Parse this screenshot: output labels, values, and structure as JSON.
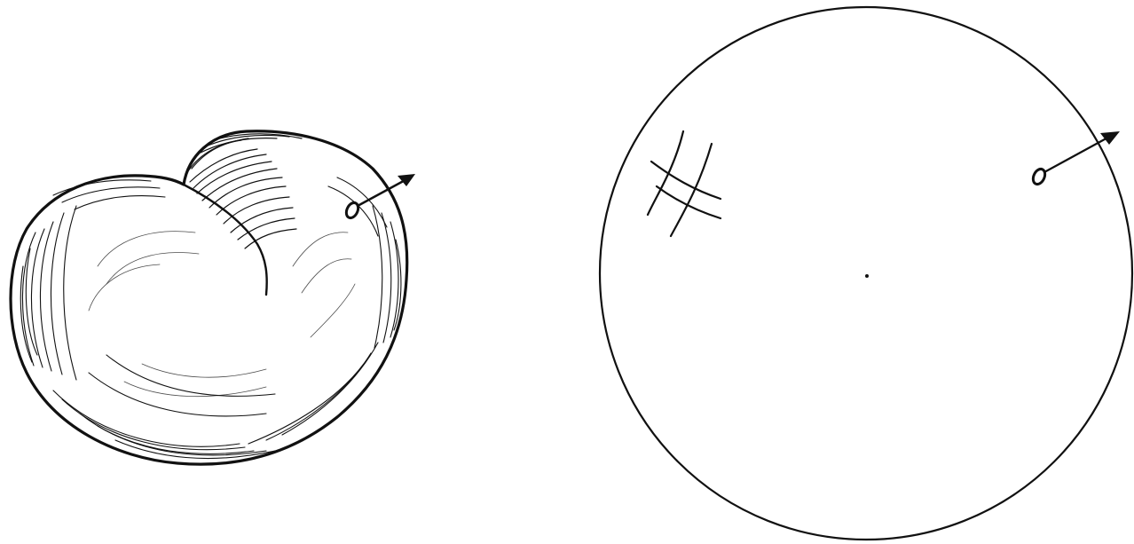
{
  "figures": [
    {
      "id": "kidney-shaped-body",
      "description_shape": "heart/kidney shaped shaded solid with arrow marker"
    },
    {
      "id": "sphere",
      "description_shape": "plain circle with hatch mark and arrow marker"
    }
  ],
  "colors": {
    "ink": "#111111",
    "paper": "#ffffff"
  }
}
